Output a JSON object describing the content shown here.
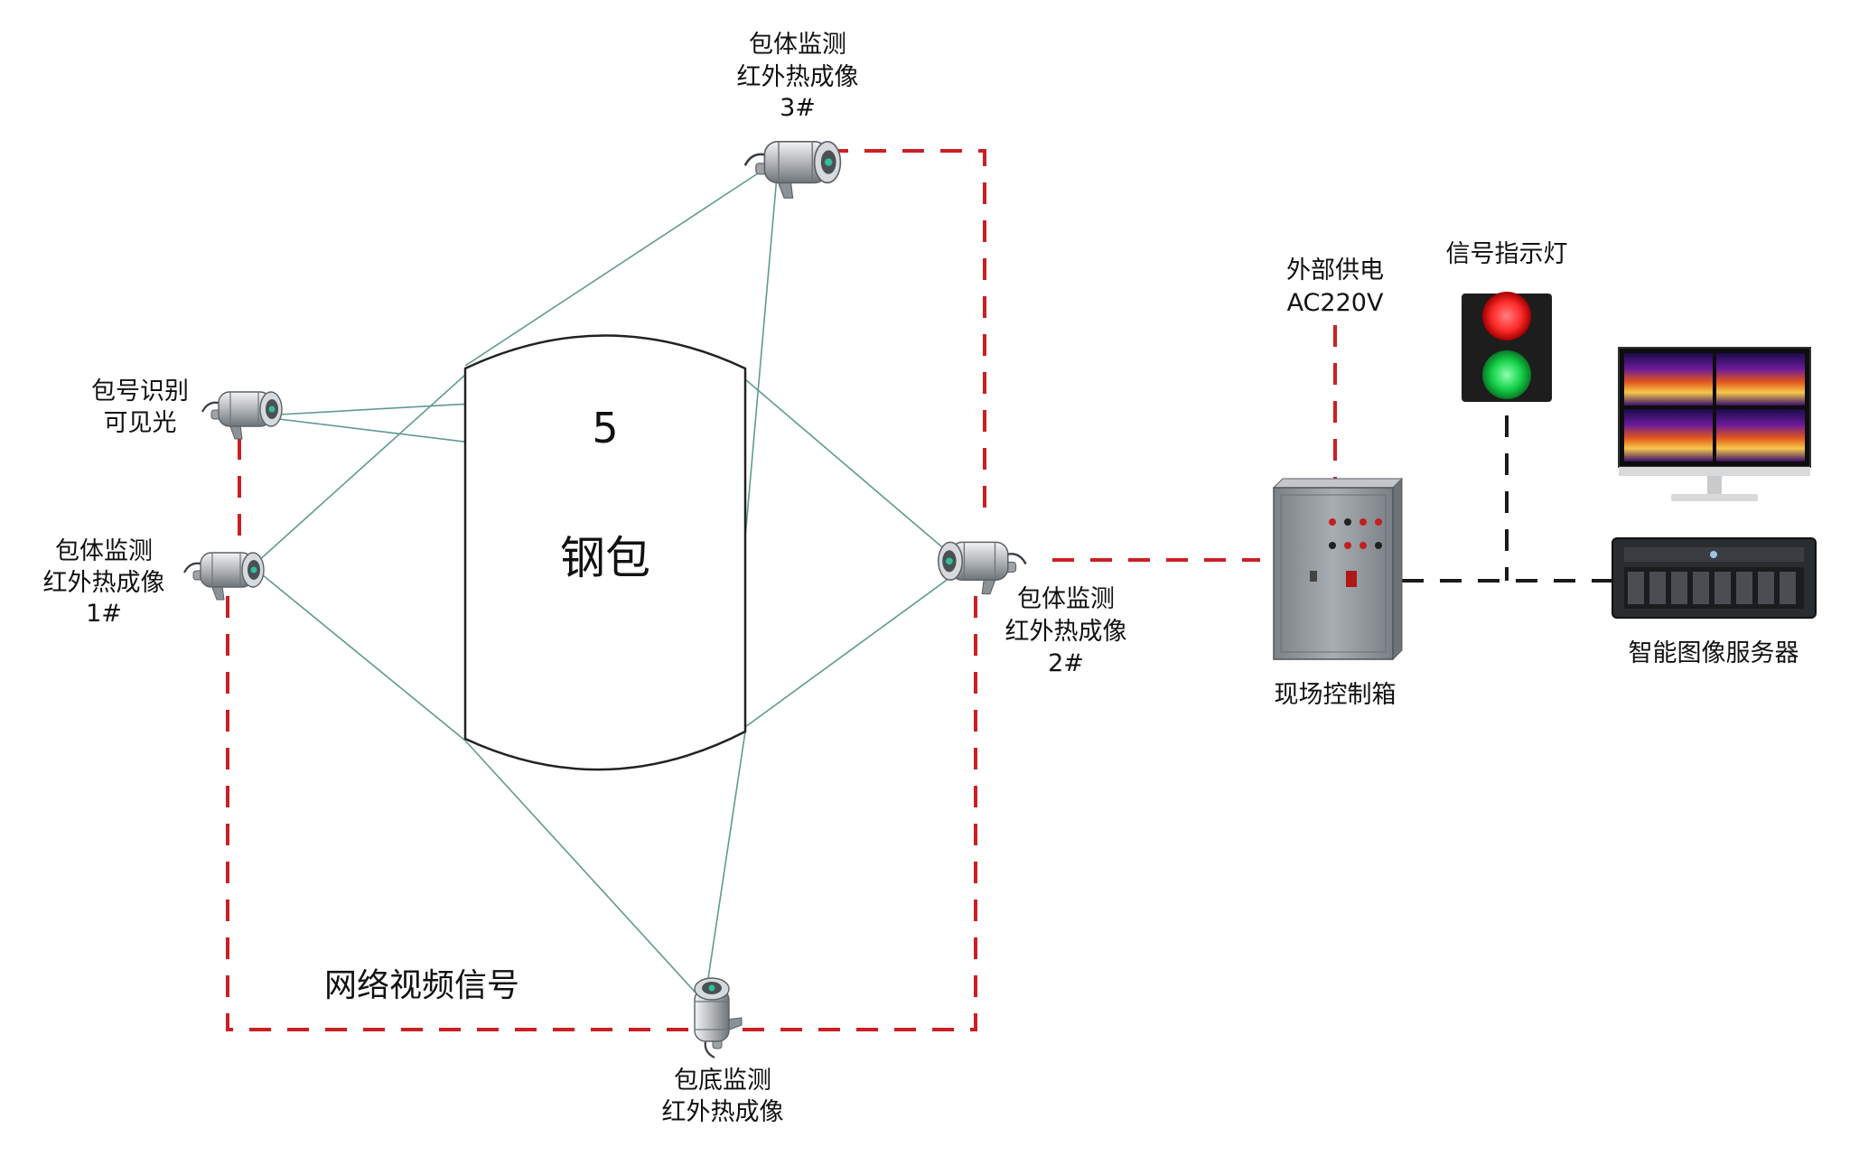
{
  "colors": {
    "red_line": "#cc1f24",
    "black_line": "#1a1a1a",
    "sight_line": "#5f9a8f",
    "camera_body": "#b9bdc0",
    "cabinet": "#8f9599",
    "signal_red": "#ff2b2b",
    "signal_green": "#17d24a"
  },
  "ladle": {
    "label": "钢包",
    "number": "5"
  },
  "labels": {
    "cam_top": [
      "包体监测",
      "红外热成像",
      "3#"
    ],
    "cam_id": [
      "包号识别",
      "可见光"
    ],
    "cam_left": [
      "包体监测",
      "红外热成像",
      "1#"
    ],
    "cam_right": [
      "包体监测",
      "红外热成像",
      "2#"
    ],
    "cam_bottom": [
      "包底监测",
      "红外热成像"
    ],
    "network": "网络视频信号",
    "power": [
      "外部供电",
      "AC220V"
    ],
    "signal_light": "信号指示灯",
    "control_box": "现场控制箱",
    "server": "智能图像服务器"
  },
  "icons": {
    "camera": "thermal-camera-icon",
    "control_box": "control-cabinet-icon",
    "signal_light": "traffic-light-icon",
    "monitor": "monitor-icon",
    "server": "rack-server-icon"
  }
}
